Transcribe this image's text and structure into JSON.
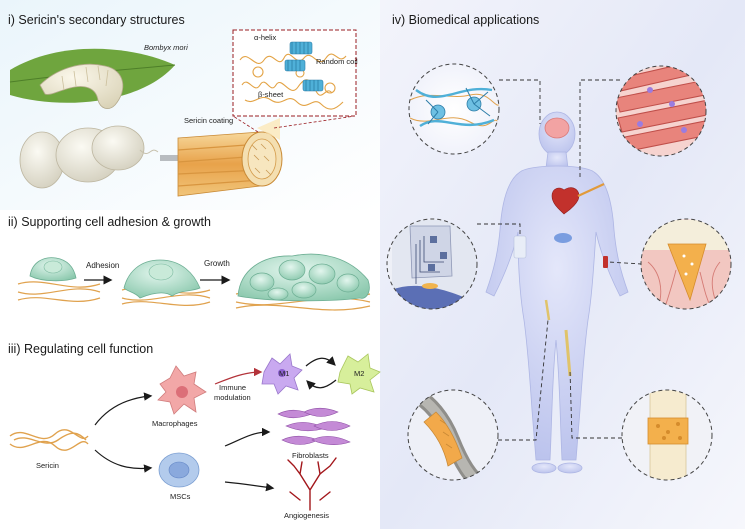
{
  "panels": {
    "structures": {
      "heading": "i) Sericin's secondary structures",
      "organism": "Bombyx mori",
      "coating": "Sericin coating",
      "alpha_helix": "α-helix",
      "random_coil": "Random coil",
      "beta_sheet": "β-sheet"
    },
    "adhesion": {
      "heading": "ii) Supporting cell adhesion & growth",
      "step1": "Adhesion",
      "step2": "Growth"
    },
    "function": {
      "heading": "iii) Regulating cell function",
      "sericin": "Sericin",
      "macrophages": "Macrophages",
      "mscs": "MSCs",
      "immune": "Immune",
      "modulation": "modulation",
      "m1": "M1",
      "m2": "M2",
      "fibroblasts": "Fibroblasts",
      "angiogenesis": "Angiogenesis"
    },
    "biomedical": {
      "heading": "iv) Biomedical applications"
    }
  },
  "colors": {
    "background_right": "#e9ecf8",
    "body": "#c9cff0",
    "adhesion_cell": "#a8d8c4",
    "fiber": "#e7b35f",
    "macrophage": "#f2a7a7",
    "msc": "#9ebbe6",
    "m1": "#c9a9f0",
    "m2": "#d7ef9b",
    "fibroblast": "#b27ac8",
    "angiogenesis": "#a3161b",
    "heart": "#c2312c",
    "brain": "#f2a3a3",
    "bone": "#f3d9a8"
  }
}
